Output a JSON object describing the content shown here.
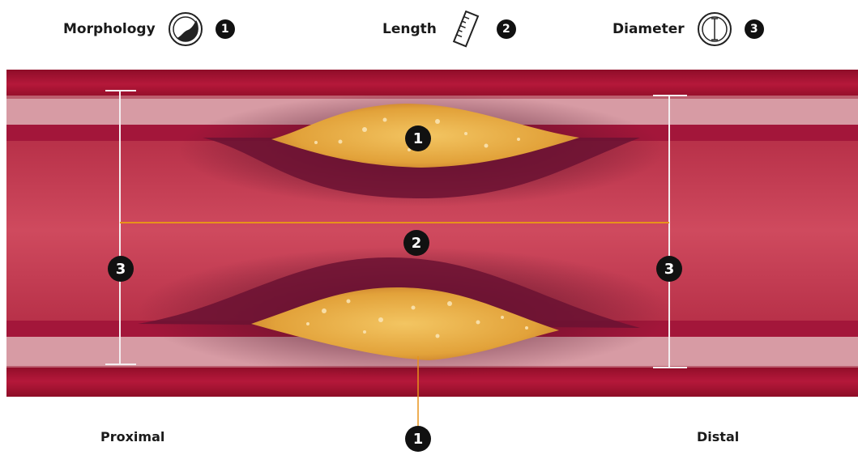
{
  "legend": {
    "morphology": {
      "label": "Morphology",
      "number": "1",
      "icon": "morphology-icon"
    },
    "length": {
      "label": "Length",
      "number": "2",
      "icon": "ruler-icon"
    },
    "diameter": {
      "label": "Diameter",
      "number": "3",
      "icon": "diameter-icon"
    }
  },
  "markers": {
    "plaque_top": "1",
    "length_line": "2",
    "diameter_left": "3",
    "diameter_right": "3",
    "plaque_bottom": "1"
  },
  "labels": {
    "proximal": "Proximal",
    "distal": "Distal"
  },
  "colors": {
    "vessel_wall": "#a8122f",
    "lumen": "#c94257",
    "plaque": "#e6a73a",
    "measure_line": "#e8921a",
    "badge": "#111111"
  }
}
